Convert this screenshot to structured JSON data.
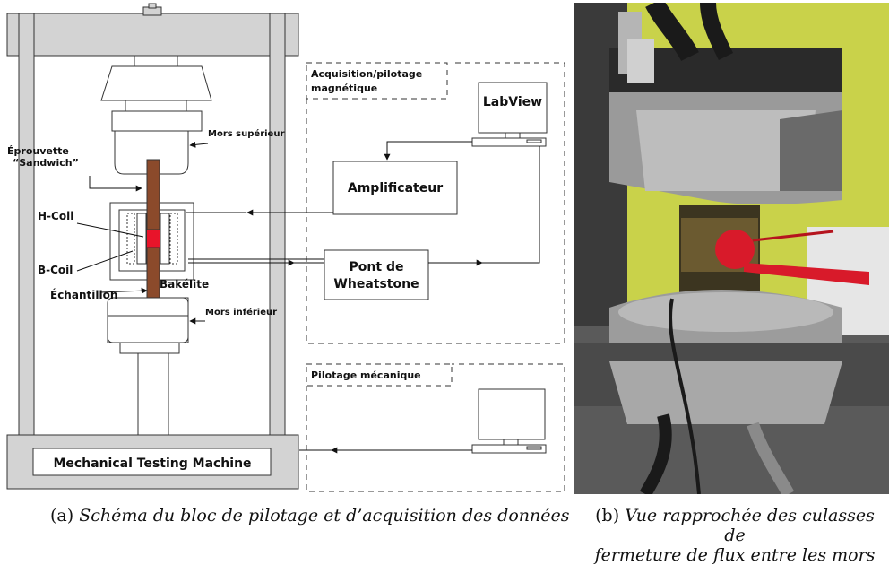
{
  "left": {
    "acq_box_line1": "Acquisition/pilotage",
    "acq_box_line2": "magnétique",
    "labview": "LabView",
    "amplificateur": "Amplificateur",
    "pont_line1": "Pont de",
    "pont_line2": "Wheatstone",
    "pilotage_mecanique": "Pilotage mécanique",
    "mors_superieur": "Mors supérieur",
    "mors_inferieur": "Mors inférieur",
    "eprouvette_line1": "Éprouvette",
    "eprouvette_line2": "“Sandwich”",
    "h_coil": "H-Coil",
    "b_coil": "B-Coil",
    "echantillon": "Échantillon",
    "bakelite": "Bakélite",
    "machine": "Mechanical Testing Machine"
  },
  "captions": {
    "a_tag": "(a)",
    "a_text": "Schéma du bloc de pilotage et d’acquisition des données",
    "b_tag": "(b)",
    "b_line1": "Vue rapprochée des culasses de",
    "b_line2": "fermeture de flux entre les mors"
  },
  "colors": {
    "frame_gray": "#d3d3d3",
    "sample_brown": "#8b4a2b",
    "coil_red": "#e8142a",
    "photo_wall": "#c9d24a"
  }
}
